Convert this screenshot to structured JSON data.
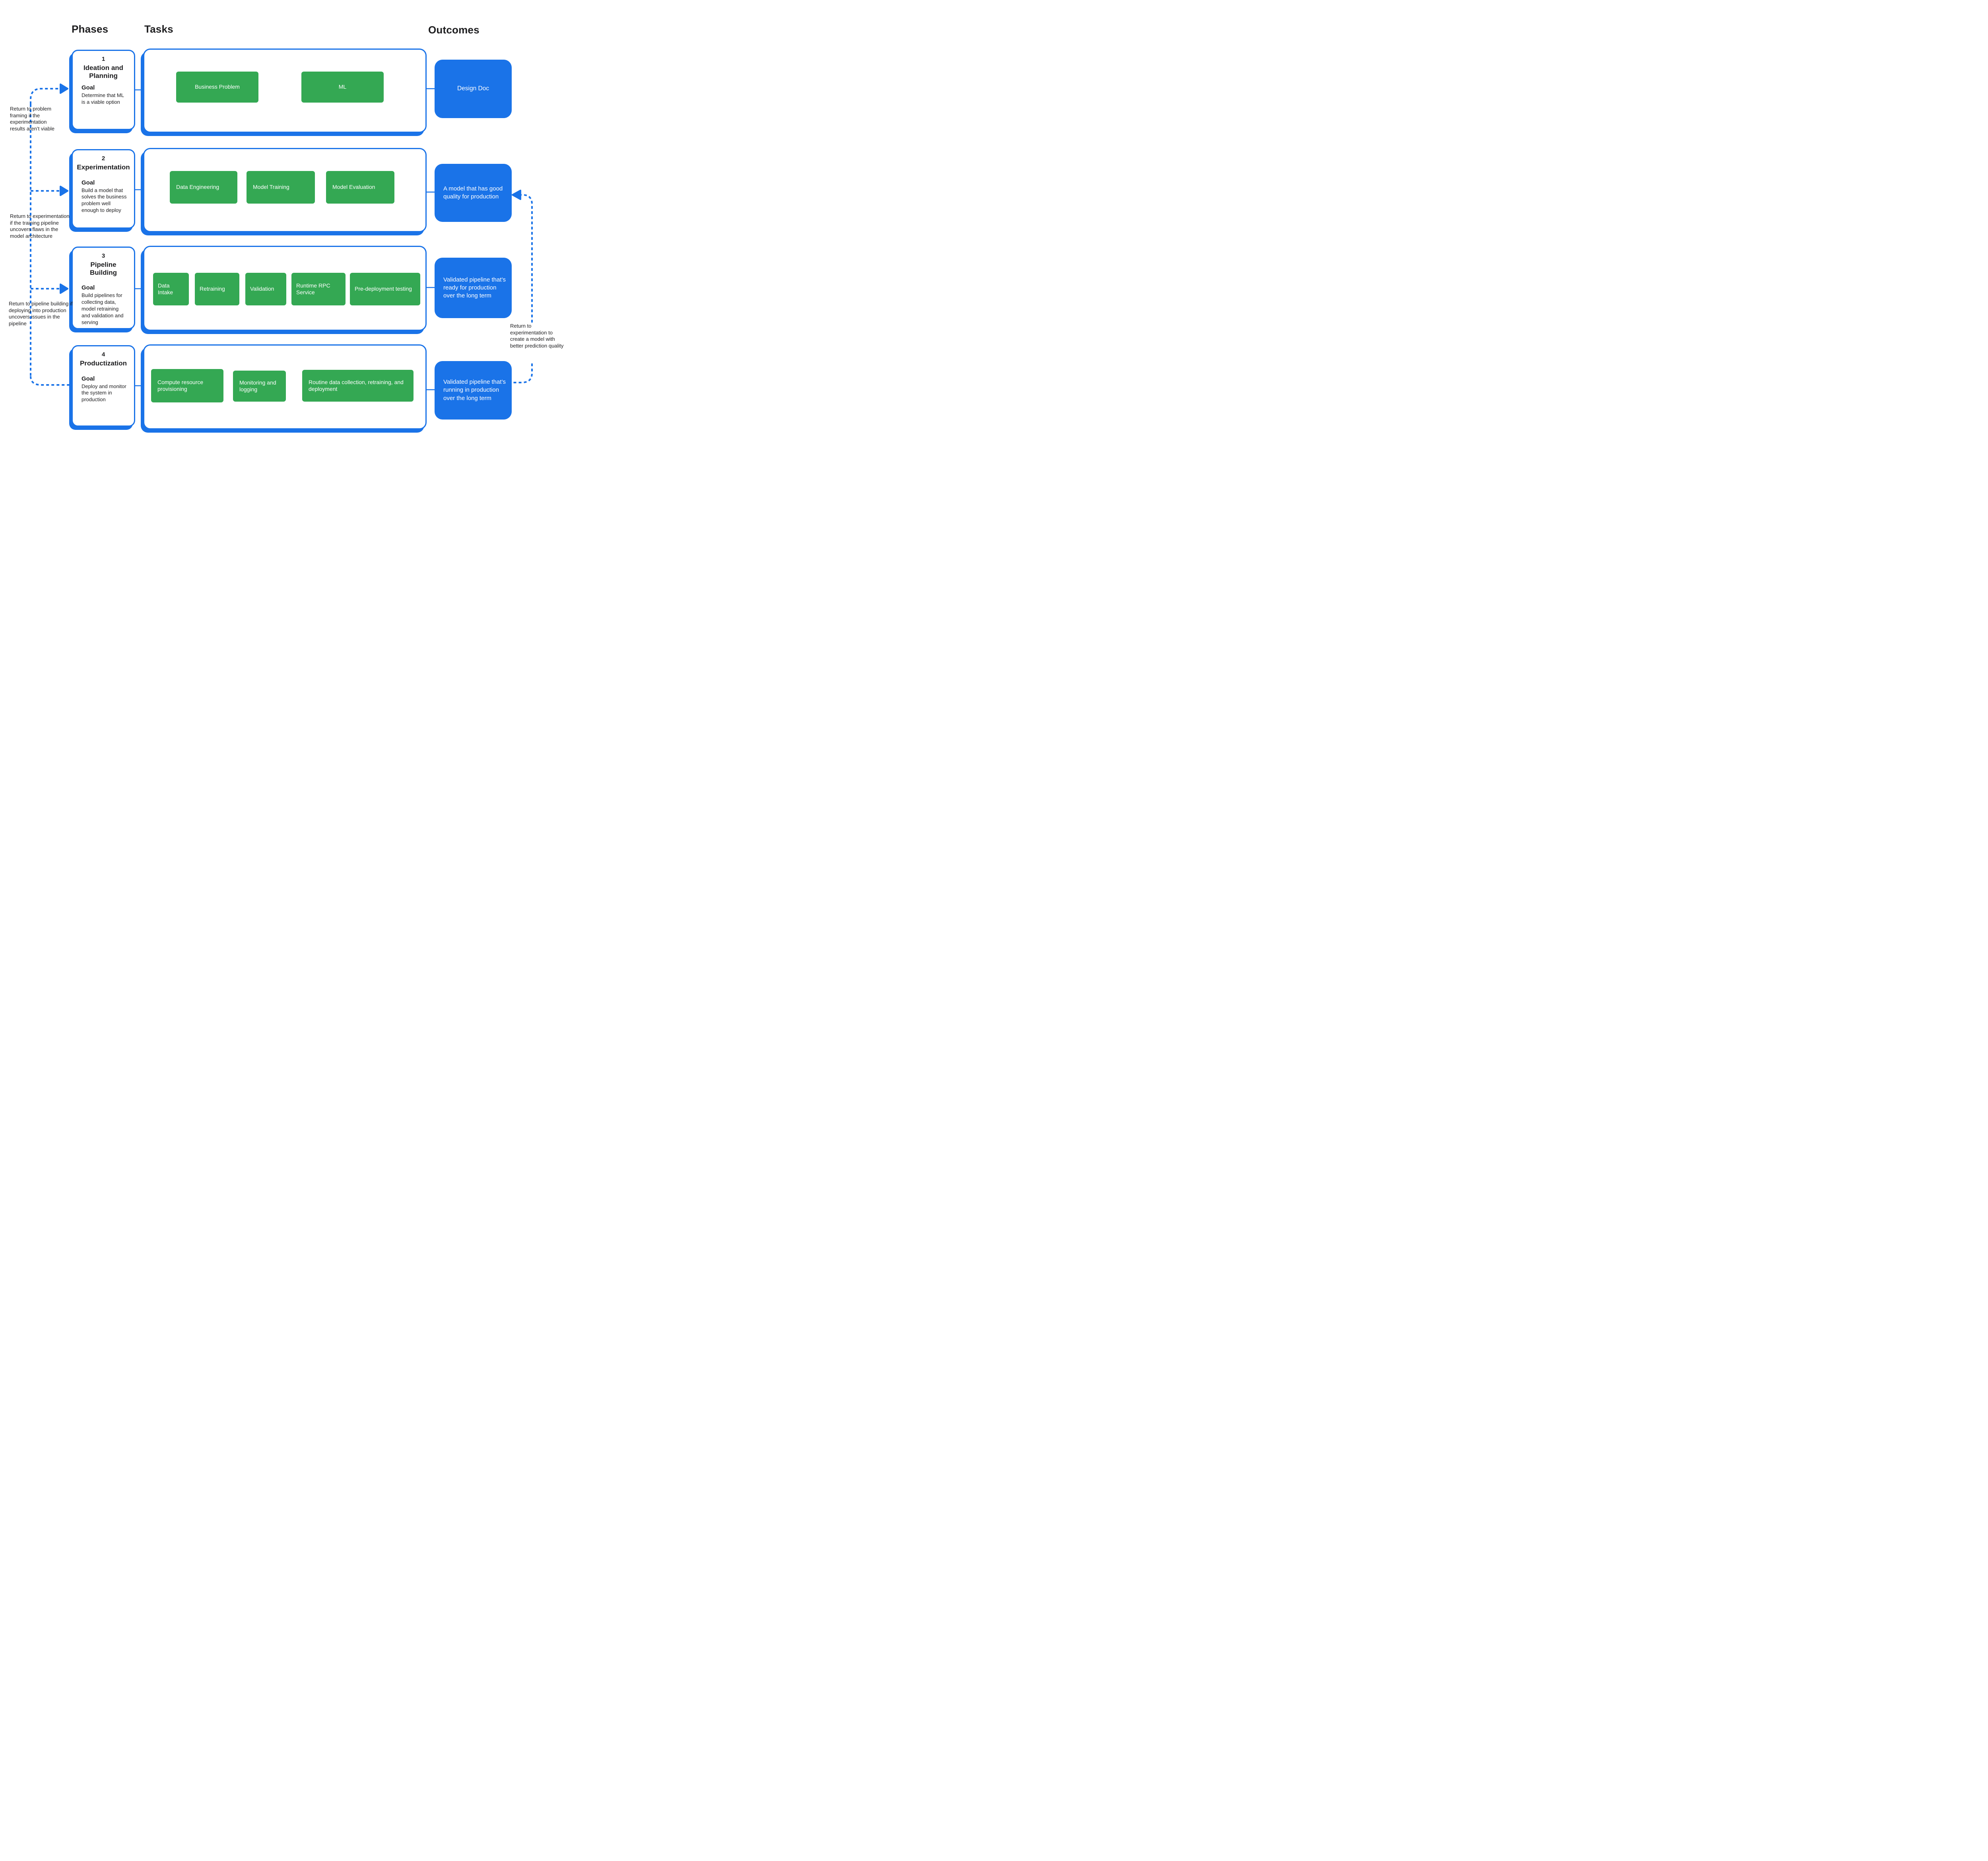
{
  "headers": {
    "phases": "Phases",
    "tasks": "Tasks",
    "outcomes": "Outcomes"
  },
  "colors": {
    "blue": "#1a73e8",
    "green": "#34a853",
    "text": "#1d1d1f"
  },
  "phases": [
    {
      "number": "1",
      "title": "Ideation and Planning",
      "goal_label": "Goal",
      "goal": "Determine that ML is a viable option",
      "tasks": [
        "Business Problem",
        "ML"
      ],
      "outcome": "Design Doc"
    },
    {
      "number": "2",
      "title": "Experimentation",
      "goal_label": "Goal",
      "goal": "Build a model that solves the business problem well enough to deploy",
      "tasks": [
        "Data Engineering",
        "Model Training",
        "Model Evaluation"
      ],
      "outcome": "A model that has good quality for production"
    },
    {
      "number": "3",
      "title": "Pipeline Building",
      "goal_label": "Goal",
      "goal": "Build pipelines for collecting data, model retraining and validation and serving",
      "tasks": [
        "Data Intake",
        "Retraining",
        "Validation",
        "Runtime RPC Service",
        "Pre-deployment testing"
      ],
      "outcome": "Validated pipeline that’s ready for production over the long term"
    },
    {
      "number": "4",
      "title": "Productization",
      "goal_label": "Goal",
      "goal": "Deploy and monitor the system in production",
      "tasks": [
        "Compute resource provisioning",
        "Monitoring and logging",
        "Routine data collection, retraining, and deployment"
      ],
      "outcome": "Validated pipeline that’s running in production over the long term"
    }
  ],
  "return_notes": [
    {
      "text": "Return to problem framing if the experimentation results aren’t viable"
    },
    {
      "text": "Return to experimentation if the training pipeline uncovers flaws in the model architecture"
    },
    {
      "text": "Return to pipeline building if deploying into production uncovers issues in the pipeline"
    },
    {
      "text": "Return to experimentation to create a model with better prediction quality"
    }
  ]
}
